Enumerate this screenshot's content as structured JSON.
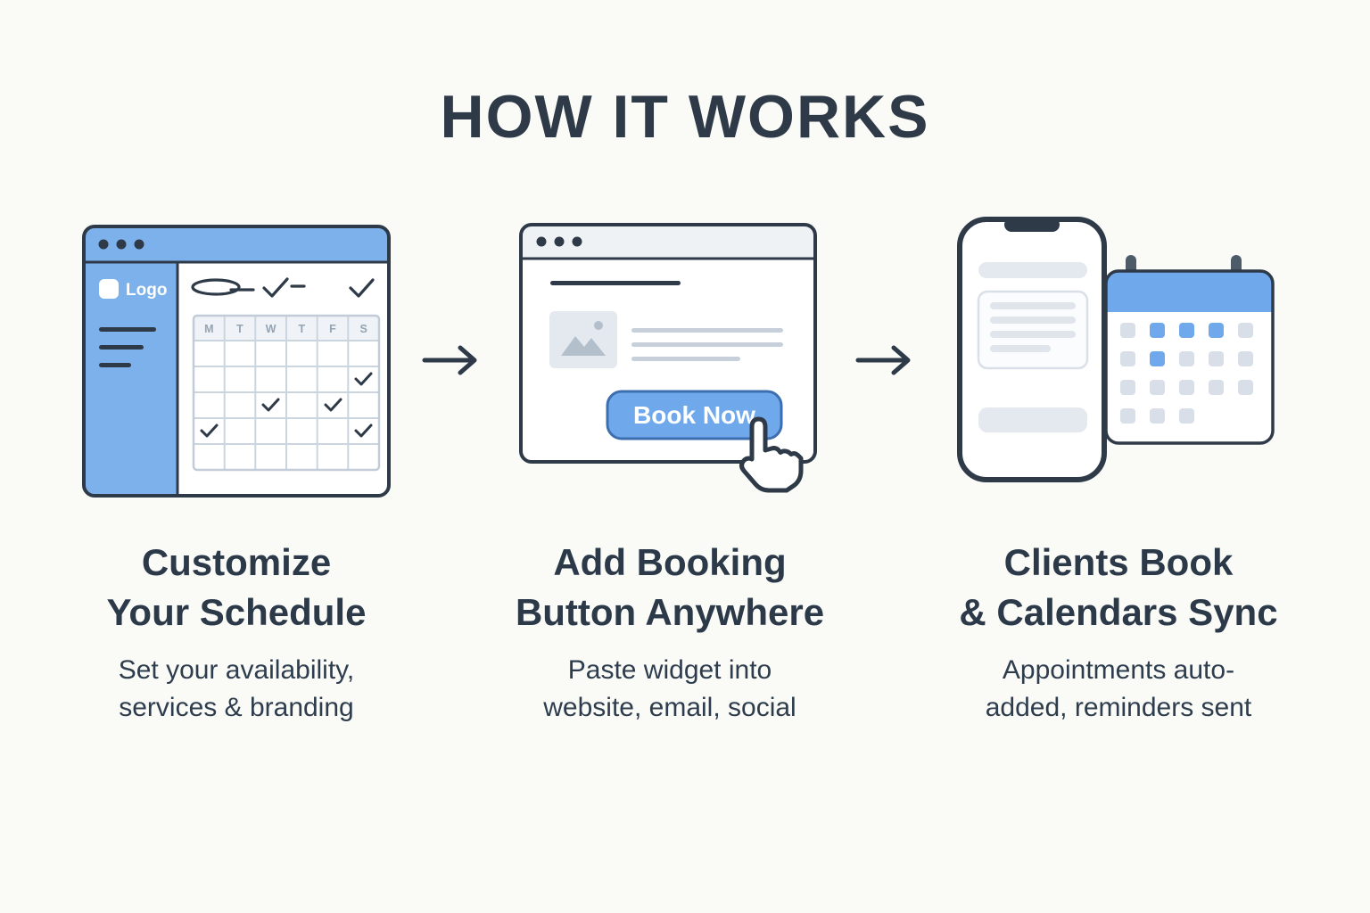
{
  "title": "HOW IT WORKS",
  "colors": {
    "accent_blue": "#6FA9EC",
    "outline_navy": "#2E3A48",
    "text_navy": "#2B3949",
    "light_gray": "#E4E9EF"
  },
  "steps": [
    {
      "heading": "Customize\nYour Schedule",
      "subtext": "Set your availability,\nservices & branding",
      "illustration": {
        "logo_label": "Logo",
        "calendar_days": [
          "M",
          "T",
          "W",
          "T",
          "F",
          "S"
        ]
      }
    },
    {
      "heading": "Add Booking\nButton Anywhere",
      "subtext": "Paste widget into\nwebsite, email, social",
      "illustration": {
        "button_label": "Book Now"
      }
    },
    {
      "heading": "Clients Book\n& Calendars Sync",
      "subtext": "Appointments auto-\nadded, reminders sent",
      "illustration": {}
    }
  ]
}
